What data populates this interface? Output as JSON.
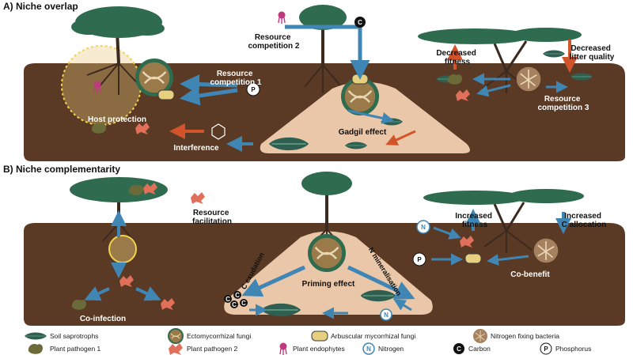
{
  "panel_a": {
    "heading": "A) Niche overlap",
    "labels": {
      "resource_competition_2": [
        "Resource",
        "competition 2"
      ],
      "resource_competition_1": [
        "Resource",
        "competition 1"
      ],
      "decreased_fitness": [
        "Decreased",
        "fitness"
      ],
      "decreased_litter_quality": [
        "Decreased",
        "litter quality"
      ],
      "resource_competition_3": [
        "Resource",
        "competition 3"
      ],
      "host_protection": "Host protection",
      "gadgil_effect": "Gadgil effect",
      "interference": "Interference"
    }
  },
  "panel_b": {
    "heading": "B) Niche complementarity",
    "labels": {
      "resource_facilitation": [
        "Resource",
        "facilitation"
      ],
      "increased_fitness": [
        "Increased",
        "fitness"
      ],
      "increased_c_allocation": [
        "Increased",
        "C allocation"
      ],
      "c_exudation": "C exudation",
      "n_mineralisation": "N mineralisation",
      "priming_effect": "Priming effect",
      "co_benefit": "Co-benefit",
      "co_infection": "Co-infection"
    }
  },
  "symbols": {
    "nitrogen": "N",
    "carbon": "C",
    "phosphorus": "P"
  },
  "legend": [
    {
      "name": "soil-saprotrophs",
      "label": "Soil saprotrophs"
    },
    {
      "name": "ectomycorrhizal-fungi",
      "label": "Ectomycorrhizal fungi"
    },
    {
      "name": "arbuscular-mycorrhizal-fungi",
      "label": "Arbuscular mycorrhizal fungi"
    },
    {
      "name": "nitrogen-fixing-bacteria",
      "label": "Nitrogen fixing bacteria"
    },
    {
      "name": "plant-pathogen-1",
      "label": "Plant pathogen 1"
    },
    {
      "name": "plant-pathogen-2",
      "label": "Plant pathogen 2"
    },
    {
      "name": "plant-endophytes",
      "label": "Plant endophytes"
    },
    {
      "name": "nitrogen",
      "label": "Nitrogen"
    },
    {
      "name": "carbon",
      "label": "Carbon"
    },
    {
      "name": "phosphorus",
      "label": "Phosphorus"
    }
  ],
  "colors": {
    "soil": "#5a3a24",
    "priming_zone": "#e9c7a8",
    "tree_canopy": "#2f6b4e",
    "arrow_blue": "#3f86b5",
    "arrow_red": "#d3542a",
    "host_glow": "#f1d44b",
    "endophyte": "#c0397e"
  }
}
